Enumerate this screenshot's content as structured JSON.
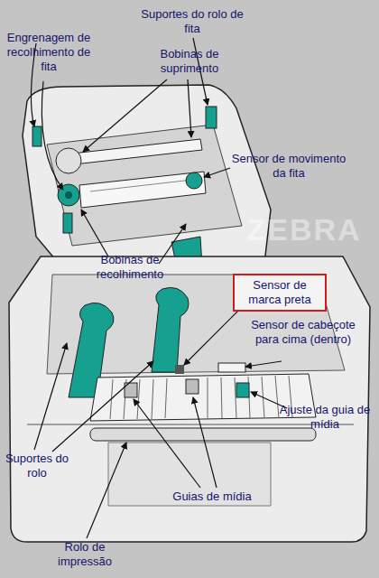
{
  "diagram": {
    "nodes": [
      {
        "text": [
          "Sensor de marca preta"
        ]
      }
    ],
    "labels": [
      "Suportes do rolo de fita",
      "Engrenagem de recolhimento de fita",
      "Bobinas de suprimento",
      "Sensor de movimento da fita",
      "Bobinas de recolhimento",
      "Sensor de cabeçote para cima (dentro)",
      "Ajuste da guia de mídia",
      "Suportes do rolo",
      "Guias de mídia",
      "Rolo de impressão",
      "ZEBRA"
    ]
  }
}
